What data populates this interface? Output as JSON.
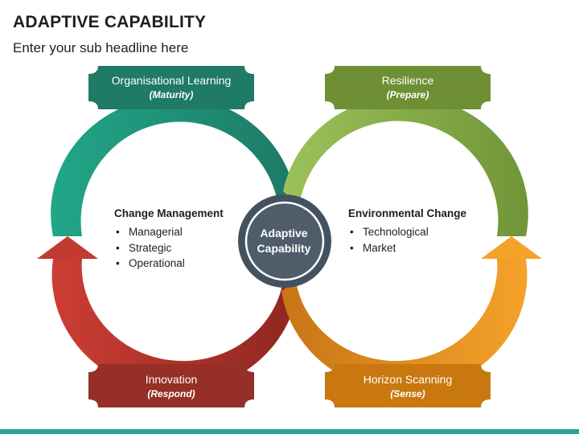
{
  "title": "ADAPTIVE CAPABILITY",
  "subtitle": "Enter your sub headline here",
  "boxes": {
    "top_left": {
      "title": "Organisational Learning",
      "subtitle": "(Maturity)",
      "color": "#1f7a66"
    },
    "top_right": {
      "title": "Resilience",
      "subtitle": "(Prepare)",
      "color": "#6f8f34"
    },
    "bottom_left": {
      "title": "Innovation",
      "subtitle": "(Respond)",
      "color": "#952f27"
    },
    "bottom_right": {
      "title": "Horizon Scanning",
      "subtitle": "(Sense)",
      "color": "#c8780f"
    }
  },
  "center": {
    "line1": "Adaptive",
    "line2": "Capability",
    "fill": "#4f5d6b",
    "ring": "#44515e"
  },
  "left_panel": {
    "heading": "Change Management",
    "items": [
      "Managerial",
      "Strategic",
      "Operational"
    ]
  },
  "right_panel": {
    "heading": "Environmental Change",
    "items": [
      "Technological",
      "Market"
    ]
  },
  "arc_colors": {
    "teal_light": "#22a688",
    "teal_dark": "#1d7a67",
    "green_light": "#9cc25a",
    "green_dark": "#6f9538",
    "red_light": "#cc3d33",
    "red_dark": "#8f2721",
    "orange_light": "#f4a22a",
    "orange_dark": "#c87617"
  }
}
